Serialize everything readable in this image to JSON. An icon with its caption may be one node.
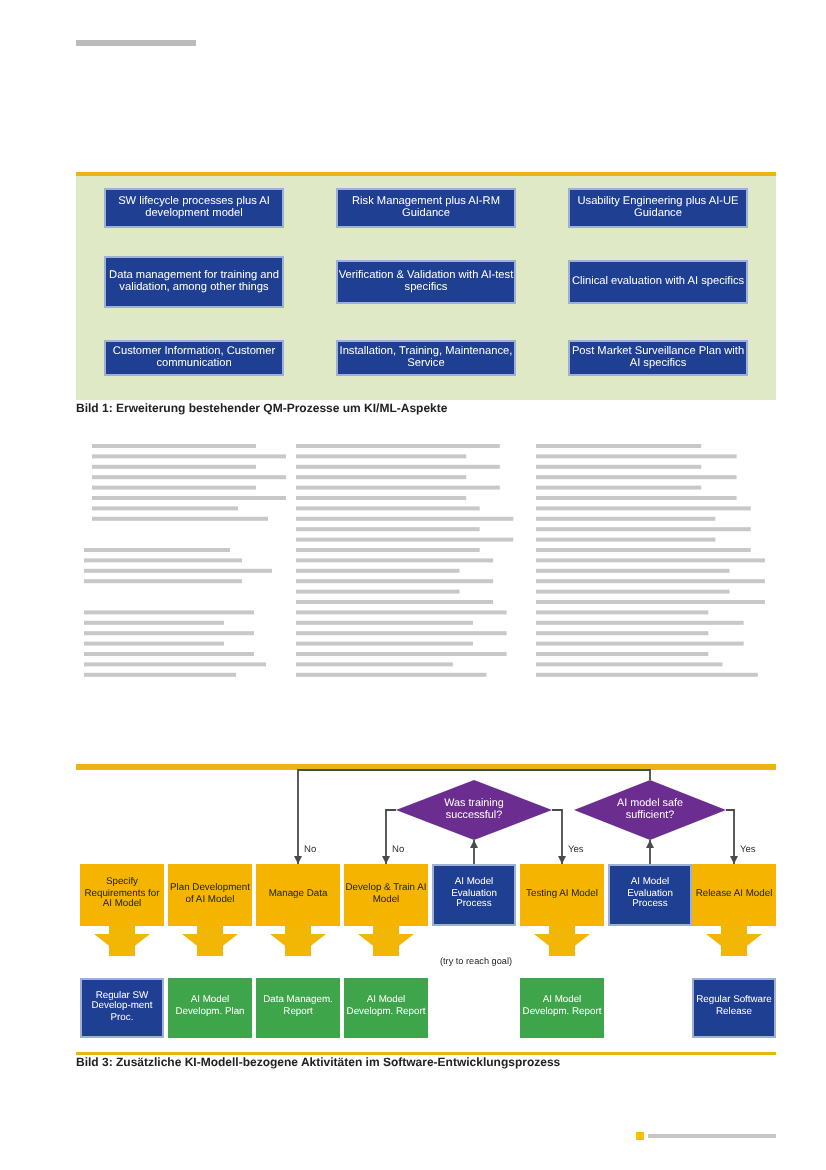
{
  "diagram": {
    "nodes": [
      {
        "text": [],
        "shape": "box"
      },
      {
        "text": [
          "SW lifecycle processes plus AI development model"
        ],
        "in": 0
      },
      {
        "text": [
          "Risk Management plus AI-RM Guidance"
        ],
        "in": 0
      },
      {
        "text": [
          "Usability Engineering plus AI-UE Guidance"
        ],
        "in": 0
      },
      {
        "text": [
          "Data management for training and validation, among other things"
        ],
        "in": 0
      },
      {
        "text": [
          "Verification & Validation with AI-test specifics"
        ],
        "in": 0
      },
      {
        "text": [
          "Clinical evaluation with AI specifics"
        ],
        "in": 0
      },
      {
        "text": [
          "Customer Information, Customer communication"
        ],
        "in": 0
      },
      {
        "text": [
          "Installation, Training, Maintenance, Service"
        ],
        "in": 0
      },
      {
        "text": [
          "Post Market Surveillance Plan with AI specifics"
        ],
        "in": 0
      },
      {
        "text": [
          "Was training successful?"
        ]
      },
      {
        "text": [
          "AI model safe sufficient?"
        ]
      },
      {
        "text": [
          "Specify Requirements for AI Model"
        ]
      },
      {
        "text": [
          "Plan Development of AI Model"
        ]
      },
      {
        "text": [
          "Manage Data"
        ]
      },
      {
        "text": [
          "Develop & Train AI Model"
        ]
      },
      {
        "text": [
          "AI Model Evaluation Process"
        ]
      },
      {
        "text": [
          "Testing AI Model"
        ]
      },
      {
        "text": [
          "AI Model Evaluation Process"
        ]
      },
      {
        "text": [
          "Release AI Model"
        ]
      },
      {
        "text": [
          "Regular SW Develop-ment Proc."
        ]
      },
      {
        "text": [
          "AI Model Developm. Plan"
        ]
      },
      {
        "text": [
          "Data Managem. Report"
        ]
      },
      {
        "text": [
          "AI Model Developm. Report"
        ]
      },
      {
        "text": [
          "AI Model Developm. Report"
        ]
      },
      {
        "text": [
          "Regular Software Release"
        ]
      }
    ],
    "edges": [
      {
        "from": 10,
        "to": 15,
        "arrow": "to",
        "label": "No"
      },
      {
        "from": 16,
        "to": 10,
        "arrow": "to"
      },
      {
        "from": 10,
        "to": 17,
        "arrow": "to",
        "label": "Yes"
      },
      {
        "from": 18,
        "to": 11,
        "arrow": "to"
      },
      {
        "from": 11,
        "to": 19,
        "arrow": "to",
        "label": "Yes"
      },
      {
        "from": 11,
        "to": 14,
        "arrow": "to",
        "label": "No"
      },
      {
        "from": 12,
        "to": 20,
        "arrow": "to",
        "style": "thick",
        "color": "#f2b705"
      },
      {
        "from": 13,
        "to": 21,
        "arrow": "to",
        "style": "thick",
        "color": "#f2b705"
      },
      {
        "from": 14,
        "to": 22,
        "arrow": "to",
        "style": "thick",
        "color": "#f2b705"
      },
      {
        "from": 15,
        "to": 23,
        "arrow": "to",
        "style": "thick",
        "color": "#f2b705"
      },
      {
        "from": 17,
        "to": 24,
        "arrow": "to",
        "style": "thick",
        "color": "#f2b705"
      },
      {
        "from": 19,
        "to": 25,
        "arrow": "to",
        "style": "thick",
        "color": "#f2b705"
      }
    ],
    "labels": [
      "Bild 1: Erweiterung bestehender QM-Prozesse um KI/ML-Aspekte",
      "(try to reach goal)",
      "Bild 3: Zusätzliche KI-Modell-bezogene Aktivitäten im Software-Entwicklungsprozess"
    ]
  }
}
